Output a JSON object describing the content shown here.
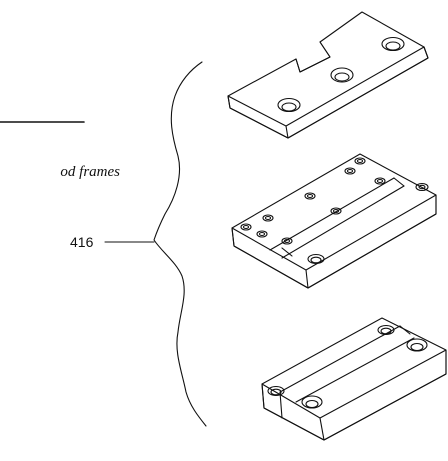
{
  "caption_fragment": "od frames",
  "callout_number": "416",
  "parts": [
    {
      "name": "top-bracket"
    },
    {
      "name": "middle-block"
    },
    {
      "name": "bottom-block"
    }
  ]
}
